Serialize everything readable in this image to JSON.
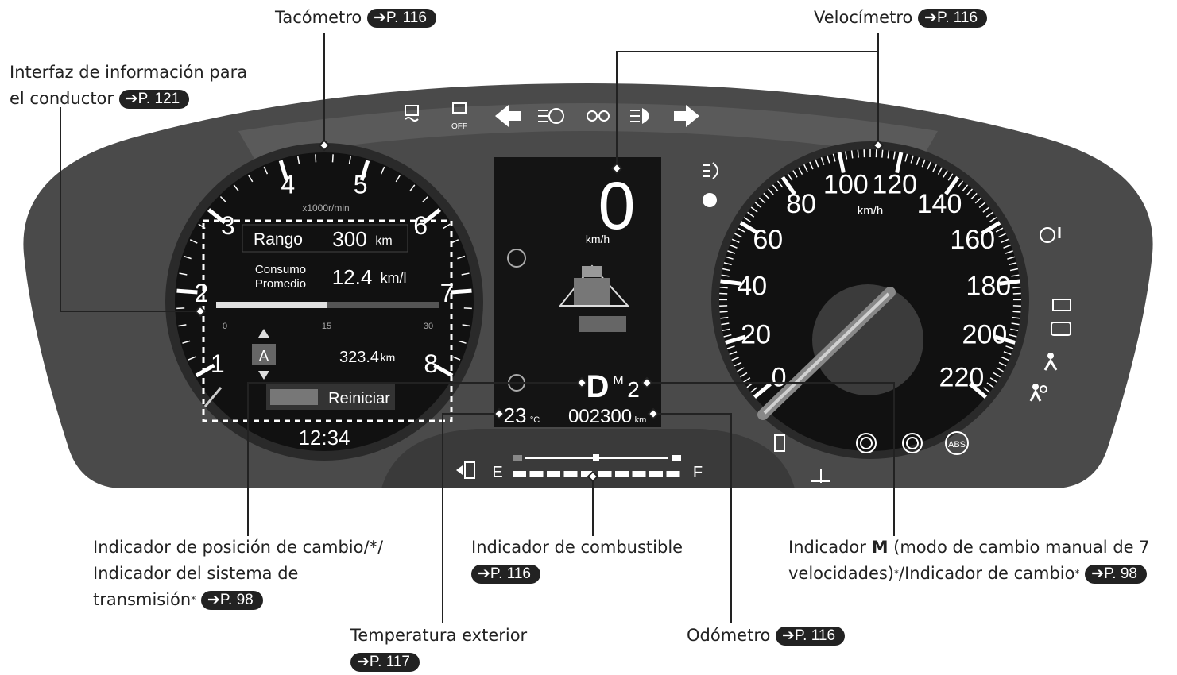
{
  "labels": {
    "tachometer": {
      "text": "Tacómetro",
      "ref": "P. 116"
    },
    "speedometer": {
      "text": "Velocímetro",
      "ref": "P. 116"
    },
    "driver_info": {
      "line1": "Interfaz de información para",
      "line2": "el conductor",
      "ref": "P. 121"
    },
    "gear_position": {
      "line1": "Indicador de posición de cambio/*/",
      "line2": "Indicador del sistema de",
      "line3": "transmisión",
      "ref": "P. 98"
    },
    "fuel_gauge": {
      "text": "Indicador de combustible",
      "ref": "P. 116"
    },
    "m_indicator": {
      "line1_pre": "Indicador ",
      "line1_bold": "M",
      "line1_post": " (modo de cambio manual de 7",
      "line2": "velocidades)",
      "line2b": "/Indicador de cambio",
      "ref": "P. 98"
    },
    "outside_temp": {
      "text": "Temperatura exterior",
      "ref": "P. 117"
    },
    "odometer": {
      "text": "Odómetro",
      "ref": "P. 116"
    }
  },
  "tach": {
    "numbers": [
      "1",
      "2",
      "3",
      "4",
      "5",
      "6",
      "7",
      "8"
    ],
    "unit": "x1000r/min"
  },
  "speedo": {
    "numbers": [
      "0",
      "20",
      "40",
      "60",
      "80",
      "100",
      "120",
      "140",
      "160",
      "180",
      "200",
      "220"
    ],
    "unit": "km/h"
  },
  "mid_display": {
    "range_label": "Rango",
    "range_value": "300",
    "range_unit": "km",
    "avg_label1": "Consumo",
    "avg_label2": "Promedio",
    "avg_value": "12.4",
    "avg_unit": "km/l",
    "bar_ticks": [
      "0",
      "15",
      "30"
    ],
    "trip_letter": "A",
    "trip_value": "323.4",
    "trip_unit": "km",
    "reset_label": "Reiniciar",
    "clock": "12:34"
  },
  "center_display": {
    "speed": "0",
    "speed_unit": "km/h",
    "gear": "D",
    "m_mark": "M",
    "m_gear": "2",
    "temp": "23",
    "temp_unit": "°C",
    "odo": "002300",
    "odo_unit": "km"
  },
  "fuel": {
    "empty": "E",
    "full": "F"
  },
  "warning_icons": [
    "traction-icon",
    "traction-off-icon",
    "left-turn-icon",
    "auto-high-beam-icon",
    "position-light-icon",
    "high-beam-icon",
    "right-turn-icon",
    "fog-light-icon",
    "steering-warning-icon",
    "battery-icon",
    "engine-icon",
    "seatbelt-icon",
    "airbag-icon",
    "low-fuel-icon",
    "brake-icon",
    "tpms-icon",
    "abs-icon",
    "coolant-icon"
  ],
  "icon_text": {
    "off": "OFF",
    "abs": "ABS"
  },
  "colors": {
    "cluster_outer": "#4a4a4a",
    "cluster_inner": "#2e2e2e",
    "dial_bg": "#111111",
    "text_white": "#ffffff"
  }
}
